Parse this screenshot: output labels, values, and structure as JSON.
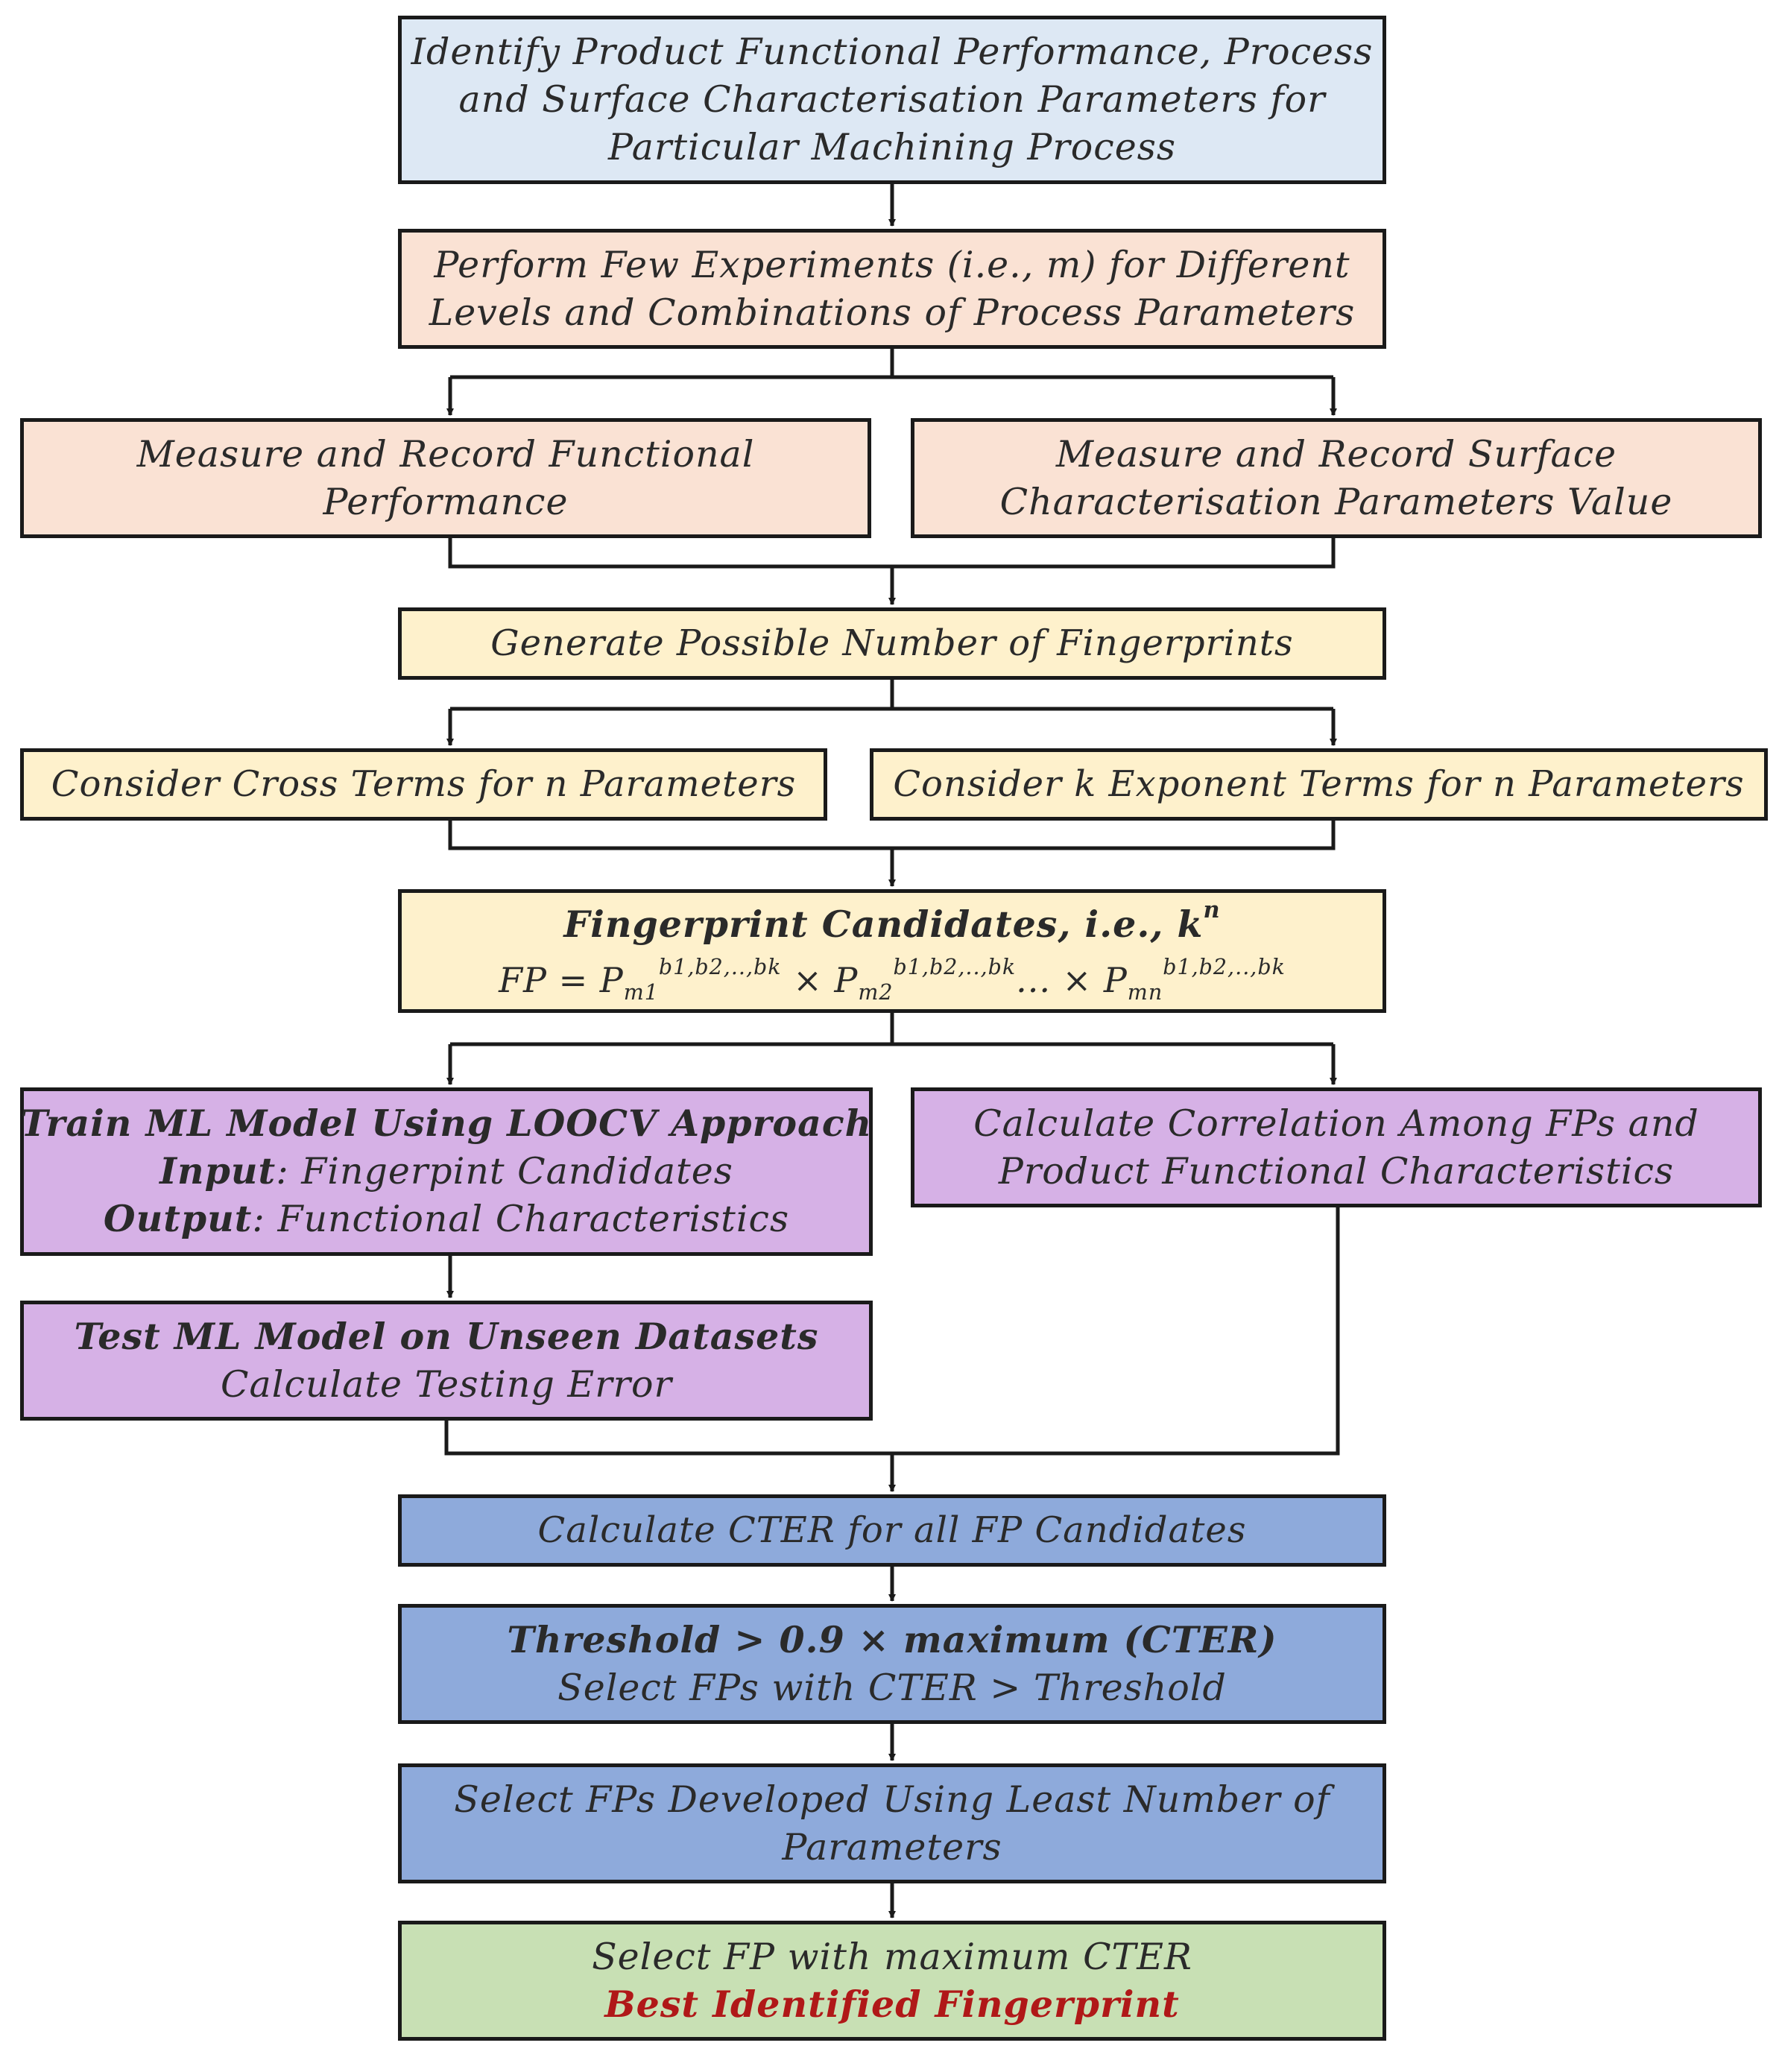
{
  "colors": {
    "identify": "#dde8f4",
    "experiment": "#fae2d4",
    "fingerprint": "#fef1cc",
    "model": "#d6b1e6",
    "selection": "#8eaadb",
    "result": "#c8e0b4",
    "highlight_red": "#b01818",
    "border": "#1a1a1a"
  },
  "steps": {
    "identify": {
      "lines": [
        "Identify Product Functional Performance, Process",
        "and Surface Characterisation Parameters for",
        "Particular Machining Process"
      ]
    },
    "experiments": {
      "lines": [
        "Perform Few Experiments (i.e., m) for Different",
        "Levels and Combinations of Process Parameters"
      ]
    },
    "measure_functional": {
      "lines": [
        "Measure and Record Functional",
        "Performance"
      ]
    },
    "measure_surface": {
      "lines": [
        "Measure and Record Surface",
        "Characterisation Parameters Value"
      ]
    },
    "generate": {
      "line": "Generate Possible Number of Fingerprints"
    },
    "cross_terms": {
      "line": "Consider Cross Terms for n Parameters"
    },
    "exponent_terms": {
      "line": "Consider k Exponent Terms for n Parameters"
    },
    "candidates": {
      "title": "Fingerprint Candidates, i.e., k",
      "title_sup": "n",
      "formula": {
        "lhs": "FP = P",
        "sub1": "m1",
        "exp": "b1,b2,..,bk",
        "times": "×",
        "p": "P",
        "sub2": "m2",
        "ellipsis": "...",
        "subn": "mn"
      }
    },
    "train": {
      "title": "Train ML Model Using LOOCV Approach",
      "input_label": "Input",
      "input_value": ": Fingerpint Candidates",
      "output_label": "Output",
      "output_value": ": Functional Characteristics"
    },
    "correlation": {
      "lines": [
        "Calculate Correlation Among FPs and",
        "Product Functional Characteristics"
      ]
    },
    "test": {
      "title": "Test ML Model on Unseen Datasets",
      "subtitle": "Calculate Testing Error"
    },
    "cter": {
      "line": "Calculate CTER for all FP Candidates"
    },
    "threshold": {
      "title": "Threshold > 0.9 × maximum (CTER)",
      "subtitle": "Select FPs with CTER > Threshold"
    },
    "least": {
      "lines": [
        "Select FPs Developed Using Least Number of",
        "Parameters"
      ]
    },
    "final": {
      "line": "Select FP with maximum CTER",
      "result": "Best Identified Fingerprint"
    }
  }
}
